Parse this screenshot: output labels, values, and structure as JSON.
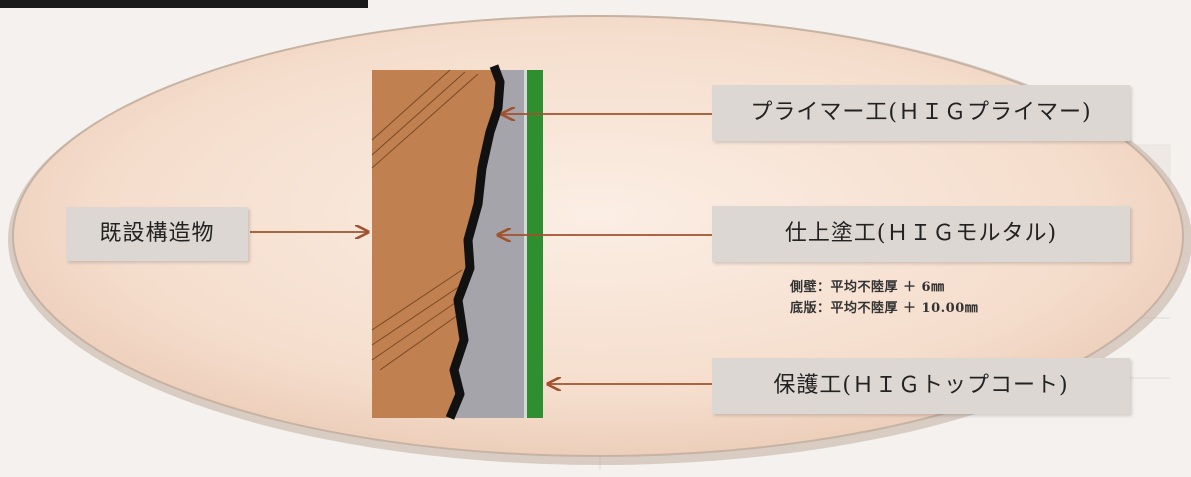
{
  "labels": {
    "existing_structure": "既設構造物",
    "primer": "プライマー工(ＨＩＧプライマー)",
    "finish": "仕上塗工(ＨＩＧモルタル)",
    "protect": "保護工(ＨＩＧトップコート)"
  },
  "notes": {
    "side_wall": "側壁：平均不陸厚 ＋ 6㎜",
    "floor_slab": "底版：平均不陸厚 ＋ 10.00㎜"
  },
  "colors": {
    "background": "#f4f1ee",
    "ellipse_fill": "#f6e3d6",
    "ellipse_rim": "#c7b3a3",
    "concrete": "#c0804f",
    "crack_line": "#111111",
    "mortar": "#a6a4ab",
    "topcoat": "#2f8f2f",
    "arrow": "#a0522d",
    "label_box": "#dcd7d3"
  }
}
